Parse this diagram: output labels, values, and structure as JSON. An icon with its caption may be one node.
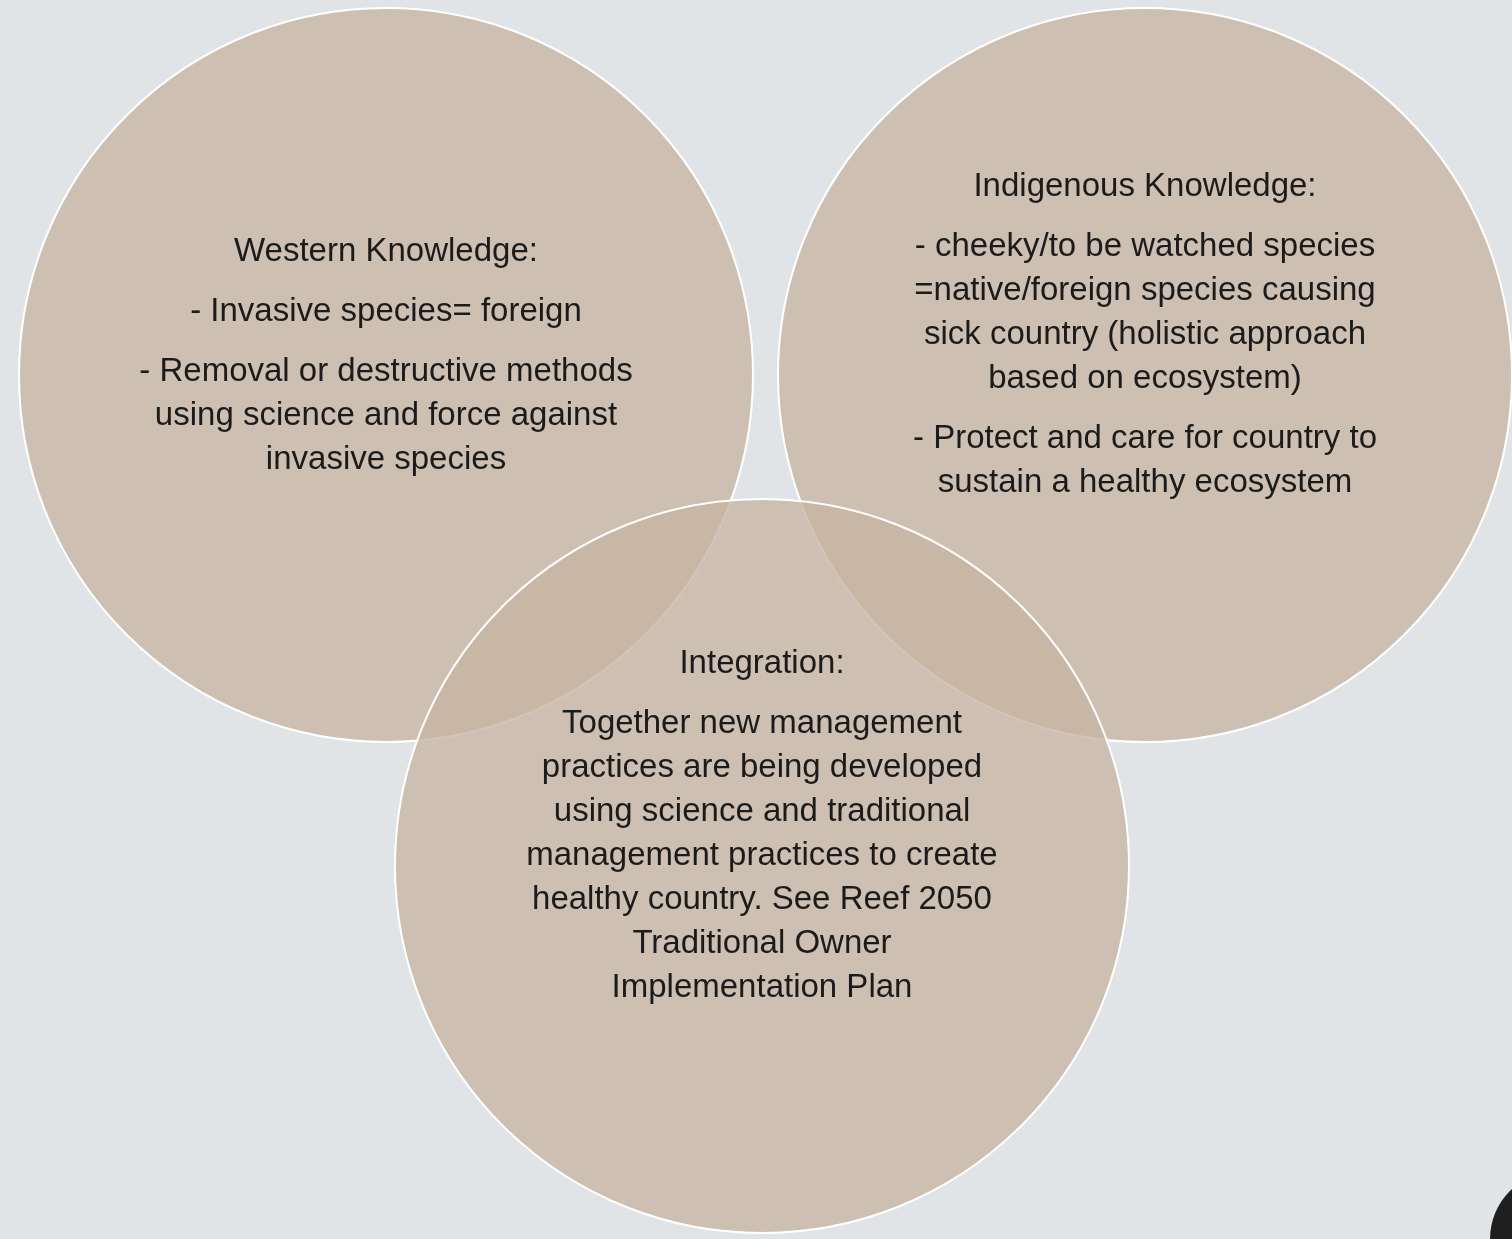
{
  "diagram": {
    "nodes": [
      {
        "text": [
          "Western Knowledge:",
          "- Invasive species= foreign",
          "- Removal or destructive methods using science and force against invasive species"
        ]
      },
      {
        "text": [
          "Indigenous Knowledge:",
          "- cheeky/to be watched species =native/foreign species causing sick country (holistic approach based on ecosystem)",
          "- Protect and care for country to sustain a healthy ecosystem"
        ]
      },
      {
        "text": [
          "Integration:",
          "Together new management practices are being developed using science and traditional management practices to create healthy country. See Reef 2050 Traditional Owner Implementation Plan"
        ]
      }
    ]
  }
}
